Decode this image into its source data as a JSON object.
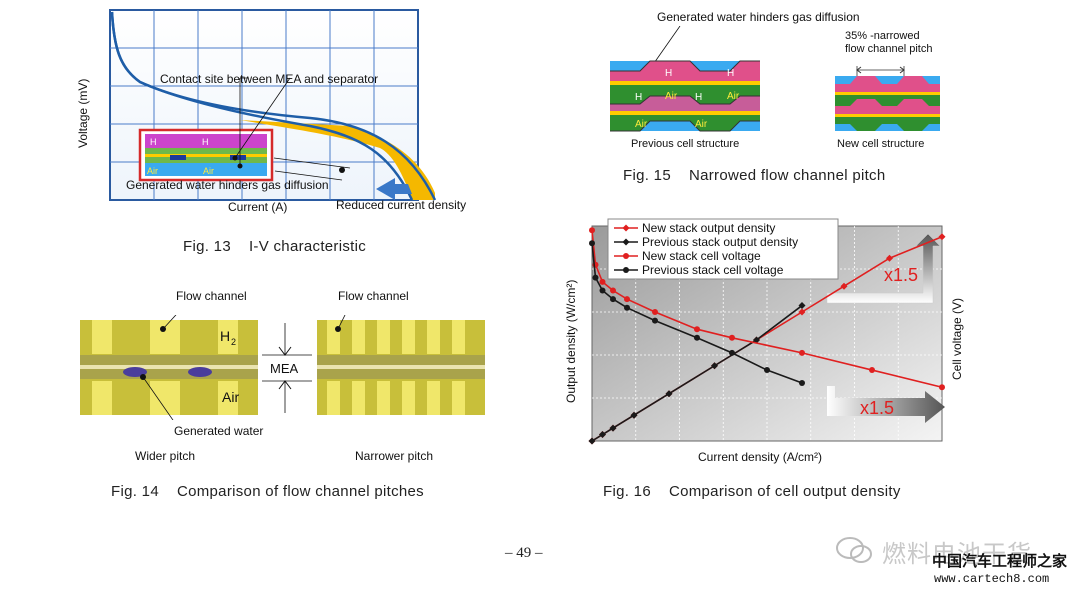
{
  "fig13": {
    "caption_num": "Fig. 13",
    "caption_text": "I-V characteristic",
    "ylabel": "Voltage (mV)",
    "xlabel": "Current (A)",
    "annotation_contact": "Contact site between MEA and separator",
    "annotation_water": "Generated water hinders gas diffusion",
    "annotation_reduced": "Reduced current density",
    "inset_h2": "H",
    "inset_air": "Air"
  },
  "fig14": {
    "caption_num": "Fig. 14",
    "caption_text": "Comparison of flow channel pitches",
    "flow_channel_left": "Flow channel",
    "flow_channel_right": "Flow channel",
    "h2": "H",
    "air": "Air",
    "mea": "MEA",
    "generated_water": "Generated water",
    "wider": "Wider pitch",
    "narrower": "Narrower pitch"
  },
  "fig15": {
    "caption_num": "Fig. 15",
    "caption_text": "Narrowed flow channel pitch",
    "annotation_water": "Generated water hinders gas diffusion",
    "annotation_pitch_1": "35% -narrowed",
    "annotation_pitch_2": "flow channel pitch",
    "previous": "Previous cell structure",
    "new": "New cell structure",
    "h2": "H",
    "air": "Air"
  },
  "fig16": {
    "caption_num": "Fig. 16",
    "caption_text": "Comparison of cell output density",
    "x1_5_top": "x1.5",
    "x1_5_bottom": "x1.5"
  },
  "chart_data": {
    "type": "line",
    "title": "",
    "xlabel": "Current density (A/cm²)",
    "ylabel": "Output density (W/cm²)",
    "y2label": "Cell voltage (V)",
    "xlim": [
      0,
      1
    ],
    "ylim": [
      0,
      1
    ],
    "grid": true,
    "legend": "top-left",
    "series": [
      {
        "name": "New stack output density",
        "color": "#e02020",
        "marker": "diamond",
        "x": [
          0.0,
          0.03,
          0.06,
          0.12,
          0.22,
          0.35,
          0.47,
          0.6,
          0.72,
          0.85,
          1.0
        ],
        "y": [
          0.0,
          0.03,
          0.06,
          0.12,
          0.22,
          0.35,
          0.47,
          0.6,
          0.72,
          0.85,
          0.95
        ]
      },
      {
        "name": "Previous stack output density",
        "color": "#1a1a1a",
        "marker": "diamond",
        "x": [
          0.0,
          0.03,
          0.06,
          0.12,
          0.22,
          0.35,
          0.47,
          0.6
        ],
        "y": [
          0.0,
          0.03,
          0.06,
          0.12,
          0.22,
          0.35,
          0.47,
          0.63
        ]
      },
      {
        "name": "New stack cell voltage",
        "color": "#e02020",
        "marker": "circle",
        "x": [
          0.0,
          0.01,
          0.03,
          0.06,
          0.1,
          0.18,
          0.3,
          0.4,
          0.6,
          0.8,
          1.0
        ],
        "y": [
          0.98,
          0.82,
          0.74,
          0.7,
          0.66,
          0.6,
          0.52,
          0.48,
          0.41,
          0.33,
          0.25
        ]
      },
      {
        "name": "Previous stack cell voltage",
        "color": "#1a1a1a",
        "marker": "circle",
        "x": [
          0.0,
          0.01,
          0.03,
          0.06,
          0.1,
          0.18,
          0.3,
          0.4,
          0.5,
          0.6
        ],
        "y": [
          0.92,
          0.76,
          0.7,
          0.66,
          0.62,
          0.56,
          0.48,
          0.41,
          0.33,
          0.27
        ]
      }
    ]
  },
  "page_number": "– 49 –",
  "watermark": {
    "text1": "燃料电池干货",
    "text2": "中国汽车工程师之家",
    "url": "www.cartech8.com"
  }
}
